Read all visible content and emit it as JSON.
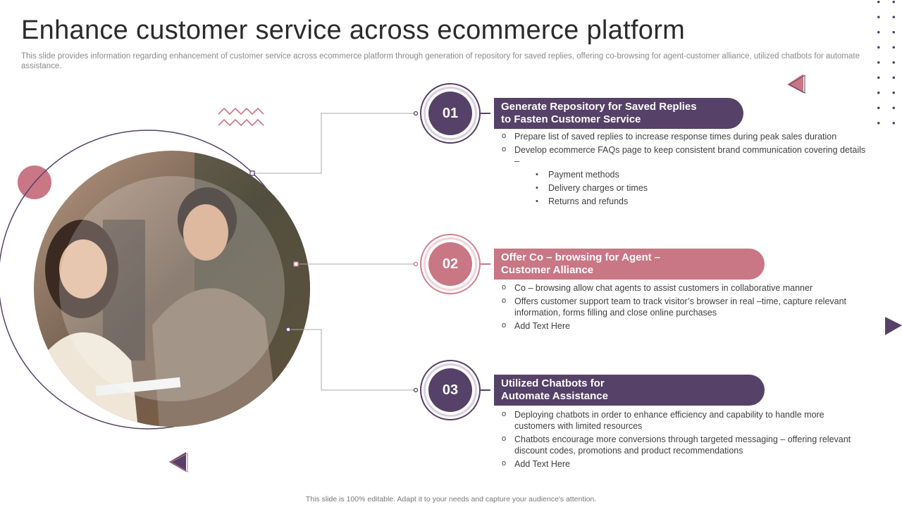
{
  "slide": {
    "title": "Enhance customer service across ecommerce platform",
    "subtitle": "This slide provides information regarding enhancement of customer service across ecommerce platform through generation of repository for saved replies, offering co-browsing for agent-customer alliance, utilized chatbots for automate assistance.",
    "footer": "This slide is 100% editable. Adapt it to your needs and capture your audience's attention."
  },
  "colors": {
    "purple": "#564168",
    "pink": "#c97685",
    "text": "#404040"
  },
  "items": [
    {
      "number": "01",
      "heading_line1": "Generate Repository for Saved Replies",
      "heading_line2": "to Fasten Customer Service",
      "bullets": [
        "Prepare list of saved replies to increase response times during peak sales duration",
        "Develop ecommerce FAQs page to keep consistent brand communication covering details –"
      ],
      "sub_bullets": [
        "Payment methods",
        "Delivery charges or times",
        "Returns and refunds"
      ]
    },
    {
      "number": "02",
      "heading_line1": "Offer Co – browsing for Agent –",
      "heading_line2": "Customer Alliance",
      "bullets": [
        "Co – browsing allow chat agents to assist customers in collaborative manner",
        "Offers customer support team to track visitor’s browser in real –time, capture relevant information, forms filling and close online purchases",
        "Add Text Here"
      ]
    },
    {
      "number": "03",
      "heading_line1": "Utilized Chatbots for",
      "heading_line2": "Automate Assistance",
      "bullets": [
        "Deploying chatbots in order to enhance efficiency and capability to handle more customers with limited resources",
        "Chatbots encourage more conversions through targeted messaging – offering relevant discount codes, promotions and product recommendations",
        "Add Text Here"
      ]
    }
  ]
}
